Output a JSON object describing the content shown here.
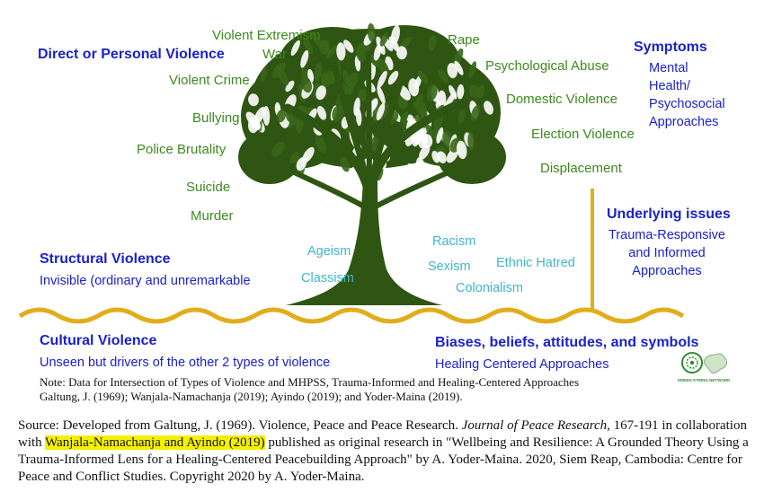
{
  "colors": {
    "tree": "#2f5512",
    "leaf": "#3a661a",
    "wave": "#e2ad1b",
    "green_text": "#3c8a1c",
    "blue_text": "#1a22c8",
    "cyan_text": "#3fb6cc",
    "highlight": "#f4f000"
  },
  "headings": {
    "direct": "Direct or Personal Violence",
    "symptoms": "Symptoms",
    "underlying": "Underlying issues",
    "structural": "Structural Violence",
    "cultural": "Cultural Violence",
    "biases": "Biases,  beliefs, attitudes, and symbols"
  },
  "descriptions": {
    "symptoms": [
      "Mental",
      "Health/",
      "Psychosocial",
      "Approaches"
    ],
    "underlying": [
      "Trauma-Responsive",
      "and Informed",
      "Approaches"
    ],
    "structural": "Invisible (ordinary and unremarkable",
    "cultural": "Unseen but drivers of the other 2 types of violence",
    "biases": "Healing Centered Approaches"
  },
  "direct_violence": {
    "left": [
      "Violent Extremism",
      "War",
      "Violent Crime",
      "Bullying",
      "Police Brutality",
      "Suicide",
      "Murder"
    ],
    "right": [
      "Rape",
      "Psychological Abuse",
      "Domestic Violence",
      "Election Violence",
      "Displacement"
    ]
  },
  "structural_items": [
    "Ageism",
    "Classism",
    "Racism",
    "Sexism",
    "Ethnic Hatred",
    "Colonialism"
  ],
  "note": {
    "line1": "Note: Data for Intersection of Types of Violence and MHPSS, Trauma-Informed and Healing-Centered Approaches",
    "line2": "Galtung, J. (1969); Wanjala-Namachanja (2019); Ayindo (2019); and Yoder-Maina (2019)."
  },
  "logo": {
    "text": "GREEN STRING NETWORK"
  },
  "source": {
    "part1": "Source: Developed from Galtung, J. (1969). Violence, Peace and Peace Research. ",
    "journal": "Journal of Peace Research",
    "part2": ", 167-191 in collaboration with ",
    "highlight": "Wanjala-Namachanja and Ayindo (2019)",
    "part3": " published as original research in \"Wellbeing and Resilience: A Grounded Theory Using a Trauma-Informed Lens for a Healing-Centered Peacebuilding Approach\" by A. Yoder-Maina. 2020, Siem Reap, Cambodia: Centre for Peace and Conflict Studies. Copyright 2020 by A. Yoder-Maina."
  }
}
